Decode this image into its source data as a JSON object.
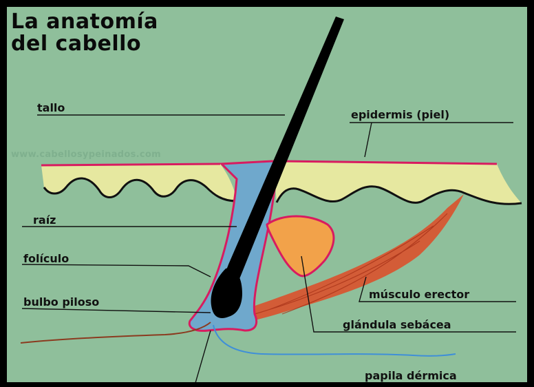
{
  "title": {
    "line1": "La anatomía",
    "line2": "del cabello"
  },
  "watermark": "www.cabellosypeinados.com",
  "labels": {
    "tallo": "tallo",
    "epidermis": "epidermis (piel)",
    "raiz": "raíz",
    "foliculo": "folículo",
    "bulbo": "bulbo piloso",
    "musculo": "músculo erector",
    "glandula": "glándula sebácea",
    "papila": "papila dérmica"
  },
  "colors": {
    "background": "#8fbf9b",
    "skin_fill": "#e6e8a0",
    "skin_border": "#d81b60",
    "follicle": "#6fa8cc",
    "hair": "#000000",
    "gland": "#f2a24a",
    "muscle": "#d9542f",
    "nerve": "#8b3a1f",
    "vessel": "#3f8fd8",
    "text": "#111111"
  }
}
